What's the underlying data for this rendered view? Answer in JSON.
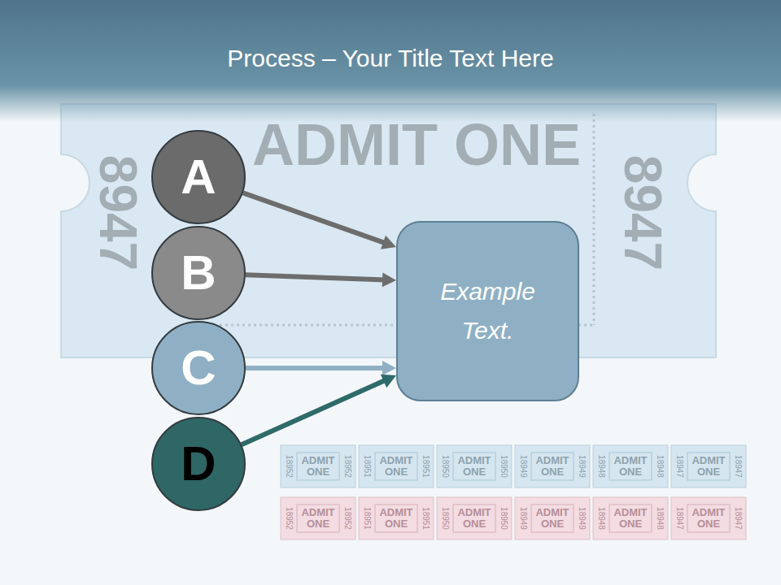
{
  "diagram": {
    "title": "Process – Your Title Text Here",
    "nodes": [
      {
        "text": [
          "A"
        ]
      },
      {
        "text": [
          "B"
        ]
      },
      {
        "text": [
          "C"
        ]
      },
      {
        "text": [
          "D"
        ]
      },
      {
        "text": [
          "Example Text."
        ]
      }
    ],
    "edges": [
      {
        "from": 0,
        "to": 4,
        "arrow": "to"
      },
      {
        "from": 1,
        "to": 4,
        "arrow": "to"
      },
      {
        "from": 2,
        "to": 4,
        "arrow": "to"
      },
      {
        "from": 3,
        "to": 4,
        "arrow": "to"
      }
    ],
    "labels": [
      "ADMIT ONE",
      "8947",
      "8947",
      "18952",
      "ADMIT ONE",
      "18952",
      "18951",
      "ADMIT ONE",
      "18951",
      "18950",
      "ADMIT ONE",
      "18950",
      "18949",
      "ADMIT ONE",
      "18949",
      "18948",
      "ADMIT ONE",
      "18948",
      "18947",
      "ADMIT ONE",
      "18947",
      "18952",
      "ADMIT ONE",
      "18952",
      "18951",
      "ADMIT ONE",
      "18951",
      "18950",
      "ADMIT ONE",
      "18950",
      "18949",
      "ADMIT ONE",
      "18949",
      "18948",
      "ADMIT ONE",
      "18948",
      "18947",
      "ADMIT ONE",
      "18947"
    ]
  }
}
